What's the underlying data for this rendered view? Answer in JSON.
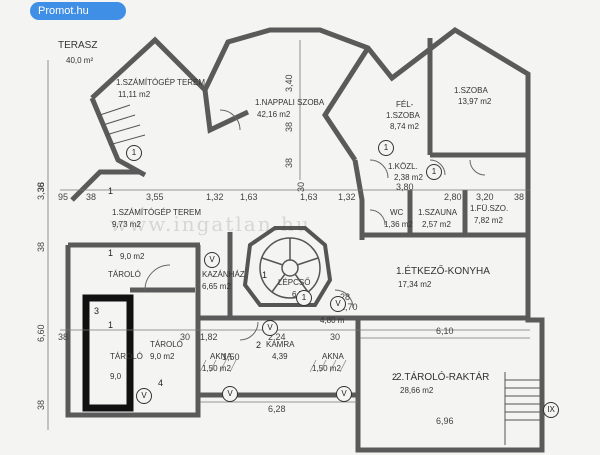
{
  "badge": {
    "text": "Promot.hu"
  },
  "watermark": "www.ingatlan.hu",
  "rooms": {
    "terasz": {
      "name": "TERASZ",
      "area": "40,0 m²"
    },
    "szamitogep1": {
      "name": "1.SZÁMÍTÓGÉP TEREM",
      "area": "11,11 m2"
    },
    "nappali": {
      "name": "1.NAPPALI SZOBA",
      "area": "42,16 m2"
    },
    "felszoba": {
      "name": "FÉL-",
      "name2": "1.SZOBA",
      "area": "8,74 m2"
    },
    "szoba": {
      "name": "1.SZOBA",
      "area": "13,97 m2"
    },
    "kozl": {
      "name": "1.KÖZL.",
      "area": "2,38 m2"
    },
    "wc": {
      "name": "WC",
      "area": "1,36 m2"
    },
    "szauna": {
      "name": "1.SZAUNA",
      "area": "2,57 m2"
    },
    "fuszo": {
      "name": "1.FÜ.SZO.",
      "area": "7,82 m2"
    },
    "szamitogep2": {
      "name": "1.SZÁMÍTÓGÉP TEREM",
      "area": "9,73 m2"
    },
    "tarolo1": {
      "name": "TÁROLÓ",
      "area": "9,0 m2"
    },
    "kazan": {
      "name": "KAZÁNHÁZ",
      "area": "6,65 m2"
    },
    "lepcso": {
      "name": "LÉPCSŐ",
      "area": "6,7"
    },
    "etkezo": {
      "name": "1.ÉTKEZŐ-KONYHA",
      "area": "17,34 m2"
    },
    "tarolo2": {
      "name": "TÁROLÓ",
      "area": "9,0 m2"
    },
    "tarolo3": {
      "name": "TÁROLÓ",
      "area": "9,0"
    },
    "kamra": {
      "name": "KAMRA",
      "area": "4,39"
    },
    "akna1": {
      "name": "AKNA",
      "area": "1,50 m2"
    },
    "akna2": {
      "name": "AKNA",
      "area": "1,50 m2"
    },
    "raktar": {
      "name": "2.TÁROLÓ-RAKTÁR",
      "area": "28,66 m2"
    },
    "small": {
      "area": "4,80 m"
    }
  },
  "dims": {
    "h": [
      "95",
      "38",
      "3,55",
      "1,32",
      "1,63",
      "1,63",
      "1,32",
      "2,80",
      "3,20",
      "38",
      "38",
      "1,82",
      "30",
      "2,24",
      "30",
      "6,10",
      "6,28",
      "6,96"
    ],
    "v": [
      "3,40",
      "3,36",
      "38",
      "6,60",
      "38",
      "38",
      "38",
      "38",
      "30"
    ],
    "misc": [
      "3,80",
      "1,70",
      "28",
      "1,50"
    ]
  },
  "markers": [
    "V",
    "V",
    "V",
    "V",
    "V",
    "V",
    "1",
    "1",
    "1",
    "1",
    "IX"
  ],
  "room_numbers": [
    "1",
    "1",
    "1",
    "3",
    "4",
    "2",
    "1",
    "2"
  ]
}
